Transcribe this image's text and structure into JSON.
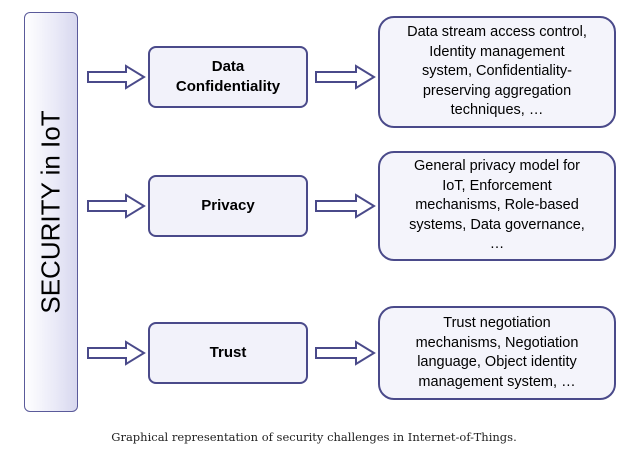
{
  "main_label": "SECURITY in IoT",
  "rows": [
    {
      "category_lines": [
        "Data",
        "Confidentiality"
      ],
      "detail_lines": [
        "Data stream access control,",
        "Identity management",
        "system, Confidentiality-",
        "preserving aggregation",
        "techniques, …"
      ]
    },
    {
      "category_lines": [
        "Privacy"
      ],
      "detail_lines": [
        "General privacy model for",
        "IoT, Enforcement",
        "mechanisms, Role-based",
        "systems, Data governance,",
        "…"
      ]
    },
    {
      "category_lines": [
        "Trust"
      ],
      "detail_lines": [
        "Trust negotiation",
        "mechanisms, Negotiation",
        "language, Object identity",
        "management system, …"
      ]
    }
  ],
  "caption": "Graphical representation of security challenges in Internet-of-Things."
}
